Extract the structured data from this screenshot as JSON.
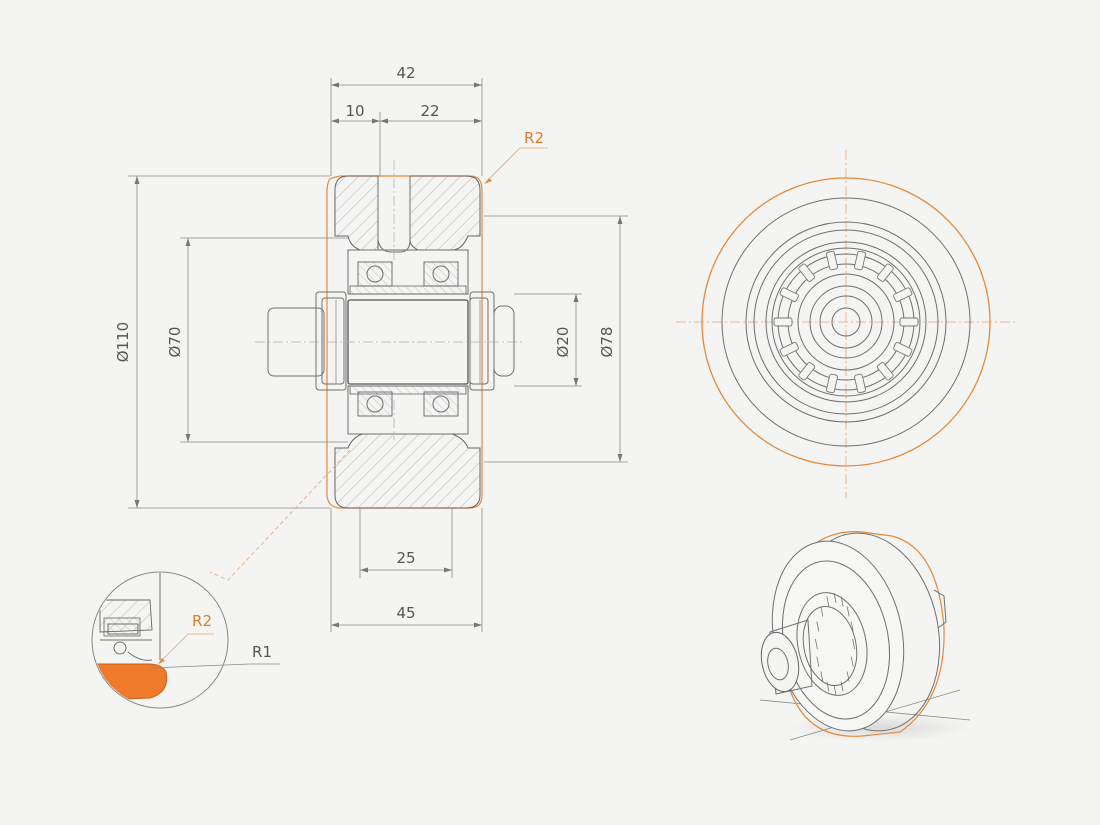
{
  "dimensions": {
    "overall_width": "42",
    "left_step": "10",
    "right_step": "22",
    "fillet_top": "R2",
    "tread_diameter": "Ø110",
    "hub_diameter": "Ø70",
    "bore_diameter": "Ø20",
    "bearing_seat_diameter": "Ø78",
    "hub_width": "25",
    "total_width": "45"
  },
  "detail": {
    "fillet_outer": "R2",
    "fillet_inner": "R1"
  },
  "colors": {
    "accent": "#e58a3c",
    "fill_accent": "#ef7a2a",
    "line": "#6f6f6f",
    "background": "#f4f4f3"
  }
}
